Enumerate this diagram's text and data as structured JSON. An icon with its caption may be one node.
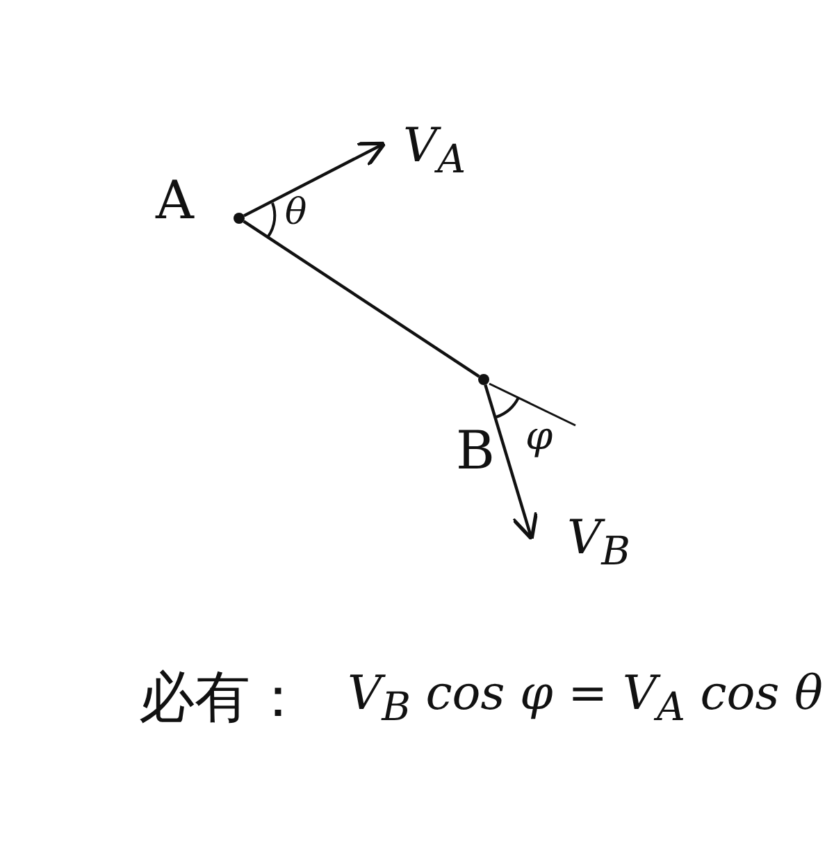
{
  "diagram": {
    "nodes": [
      {
        "text": [],
        "shape": "circle",
        "beside": [
          "A"
        ]
      },
      {
        "text": [],
        "shape": "circle",
        "beside": [
          "B"
        ]
      }
    ],
    "edges": [
      {
        "from": 0,
        "to": 1,
        "arrow": "none"
      },
      {
        "from": 0,
        "to": null,
        "arrow": "to",
        "label": "V$_{A}$"
      },
      {
        "from": 1,
        "to": null,
        "arrow": "to",
        "label": "V$_{B}$"
      }
    ],
    "labels": [
      "θ",
      "φ",
      "必有：",
      "V$_{B}$ cos φ = V$_{A}$ cos θ"
    ]
  }
}
